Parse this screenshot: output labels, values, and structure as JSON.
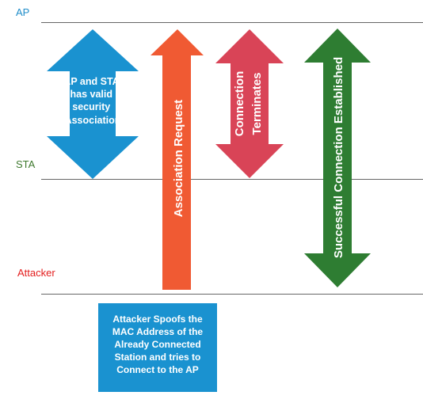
{
  "lanes": {
    "ap": {
      "label": "AP",
      "color": "#1f8dc9"
    },
    "sta": {
      "label": "STA",
      "color": "#3f7a2f"
    },
    "attacker": {
      "label": "Attacker",
      "color": "#e31d1d"
    }
  },
  "arrows": {
    "security": {
      "lines": [
        "AP and STA",
        "has valid",
        "security",
        "Association"
      ],
      "color": "#1a92d0"
    },
    "association": {
      "label": "Association Request",
      "color": "#f05a33"
    },
    "terminates": {
      "lines": [
        "Connection",
        "Terminates"
      ],
      "color": "#d94457"
    },
    "established": {
      "label": "Successful Connection Established",
      "color": "#2e7d32"
    }
  },
  "note": {
    "text": "Attacker Spoofs the MAC Address of the Already Connected Station and tries to Connect to the AP",
    "color": "#1a92d0"
  }
}
